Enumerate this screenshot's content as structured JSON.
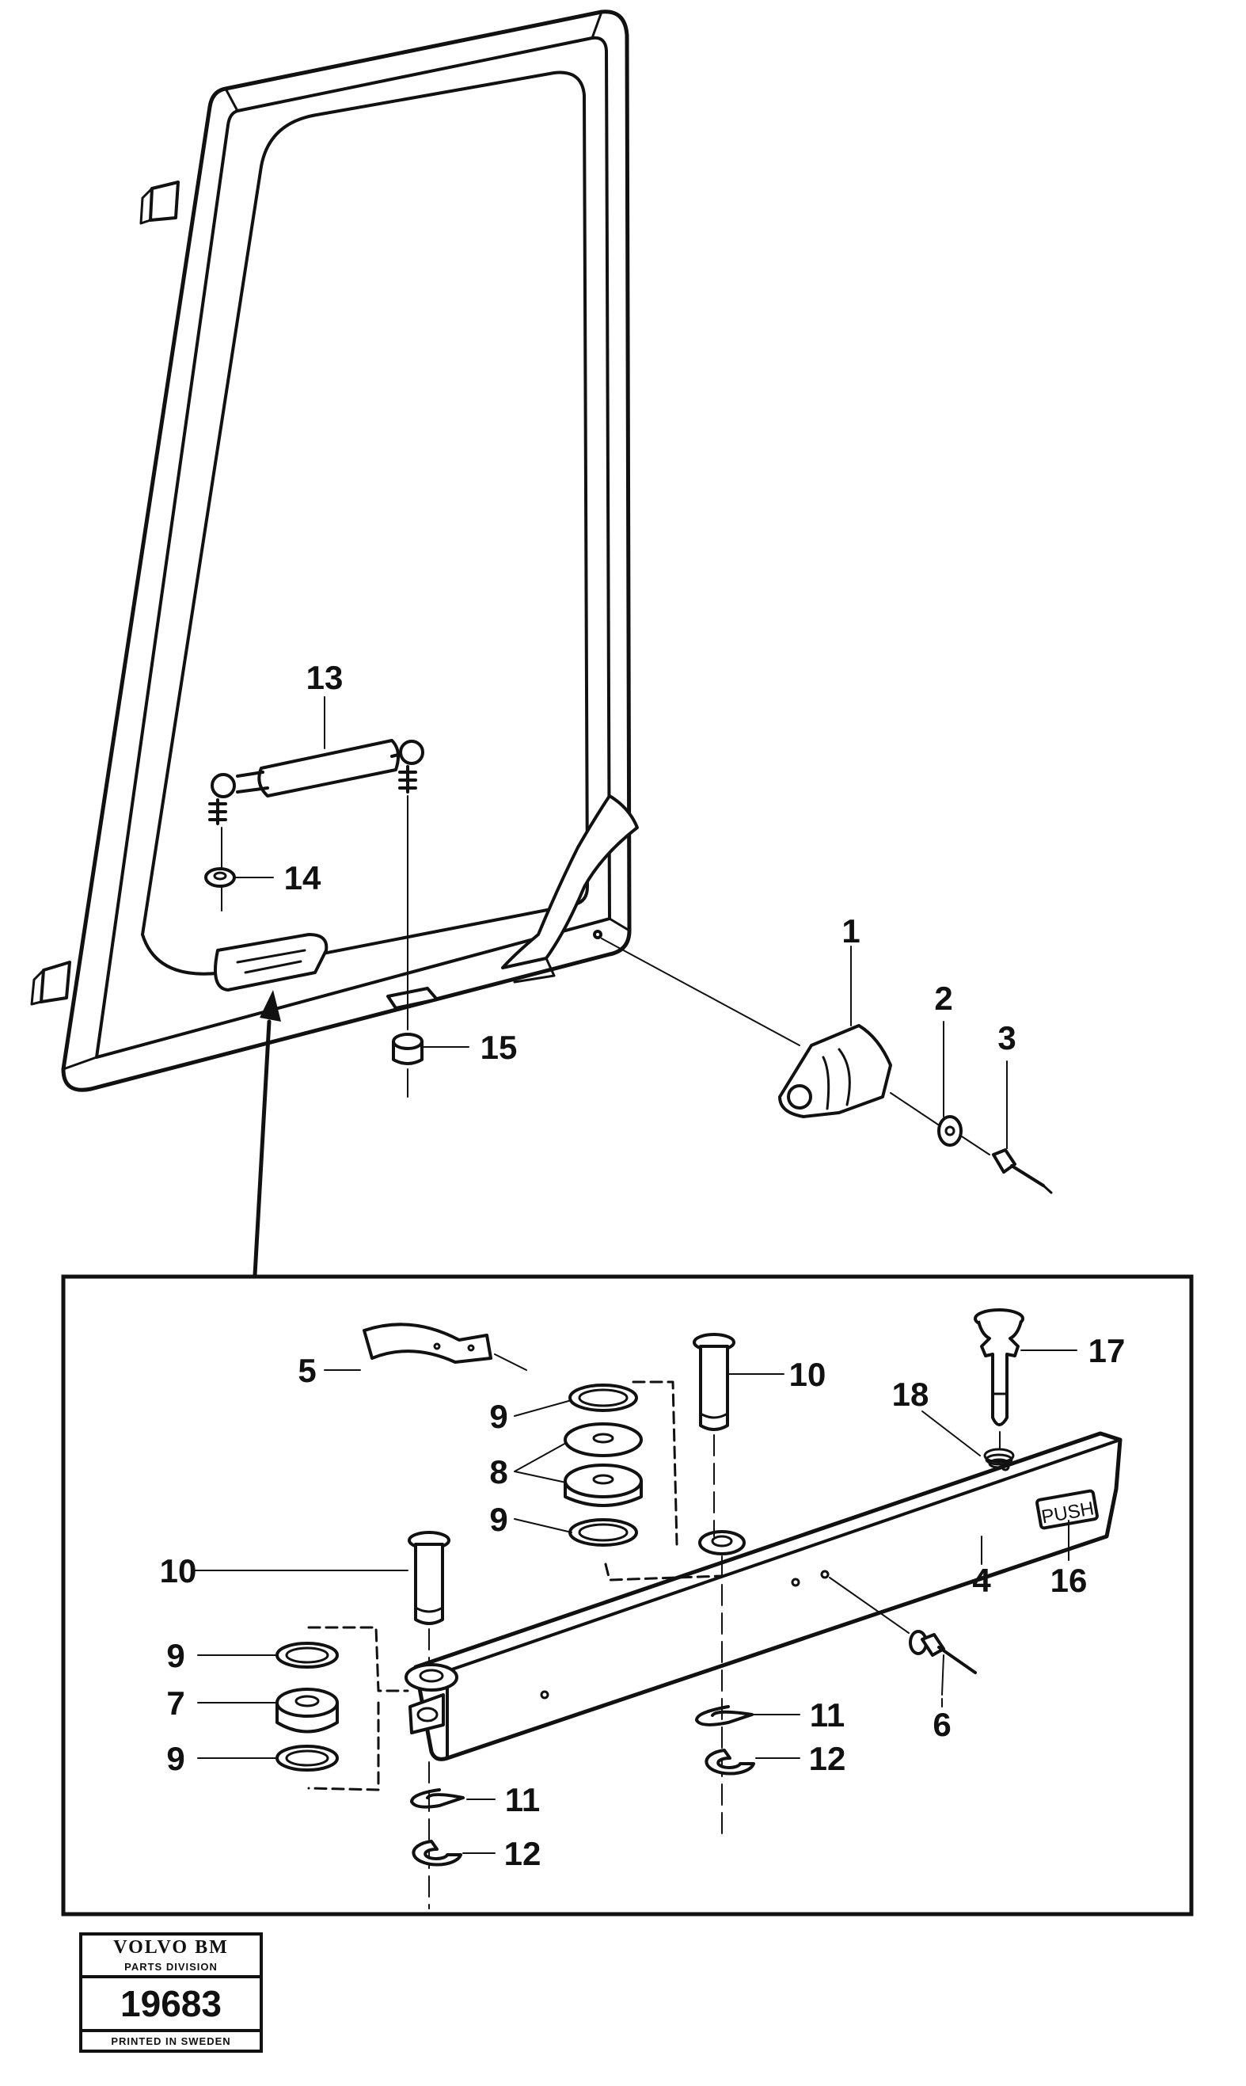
{
  "callouts": {
    "c1": "1",
    "c2": "2",
    "c3": "3",
    "c4": "4",
    "c5": "5",
    "c6": "6",
    "c7": "7",
    "c8": "8",
    "c9a": "9",
    "c9b": "9",
    "c9c": "9",
    "c9d": "9",
    "c10a": "10",
    "c10b": "10",
    "c11a": "11",
    "c11b": "11",
    "c12a": "12",
    "c12b": "12",
    "c13": "13",
    "c14": "14",
    "c15": "15",
    "c16": "16",
    "c17": "17",
    "c18": "18"
  },
  "push_label": "PUSH",
  "stamp": {
    "brand": "VOLVO BM",
    "division": "PARTS DIVISION",
    "number": "19683",
    "footer": "PRINTED IN SWEDEN"
  }
}
